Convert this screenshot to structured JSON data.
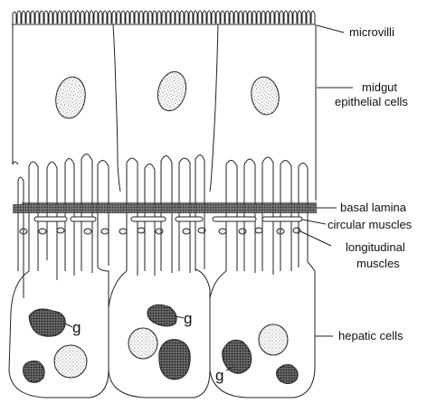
{
  "labels": {
    "microvilli": "microvilli",
    "midgut_line1": "midgut",
    "midgut_line2": "epithelial cells",
    "basal_lamina": "basal lamina",
    "circular_muscles": "circular muscles",
    "longitudinal_line1": "longitudinal",
    "longitudinal_line2": "muscles",
    "hepatic_cells": "hepatic cells"
  },
  "granule_marks": [
    "g",
    "g",
    "g"
  ]
}
